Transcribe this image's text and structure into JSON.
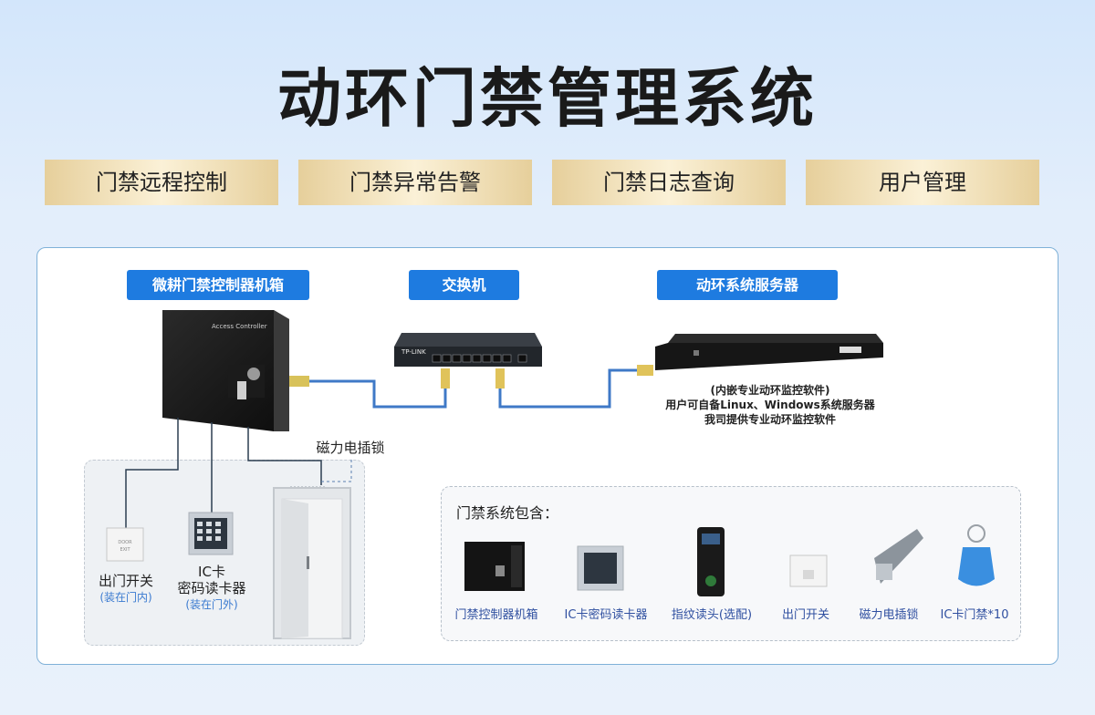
{
  "title": "动环门禁管理系统",
  "features": [
    "门禁远程控制",
    "门禁异常告警",
    "门禁日志查询",
    "用户管理"
  ],
  "nodes": {
    "controller": "微耕门禁控制器机箱",
    "switch": "交换机",
    "server": "动环系统服务器"
  },
  "controller_box_text": "Access Controller",
  "switch_brand": "TP-LINK",
  "server_desc": [
    "(内嵌专业动环监控软件)",
    "用户可自备Linux、Windows系统服务器",
    "我司提供专业动环监控软件"
  ],
  "lock_label": "磁力电插锁",
  "exit_button": {
    "label": "出门开关",
    "sub": "(装在门内)"
  },
  "card_reader": {
    "label_1": "IC卡",
    "label_2": "密码读卡器",
    "sub": "(装在门外)"
  },
  "exit_plate_text": [
    "DOOR",
    "EXIT"
  ],
  "contents_title": "门禁系统包含：",
  "contents_items": [
    "门禁控制器机箱",
    "IC卡密码读卡器",
    "指纹读头(选配)",
    "出门开关",
    "磁力电插锁",
    "IC卡门禁*10"
  ],
  "colors": {
    "accent_blue": "#1e7be0",
    "gold": "#e6cf9b",
    "cable_blue": "#3f79c7"
  }
}
